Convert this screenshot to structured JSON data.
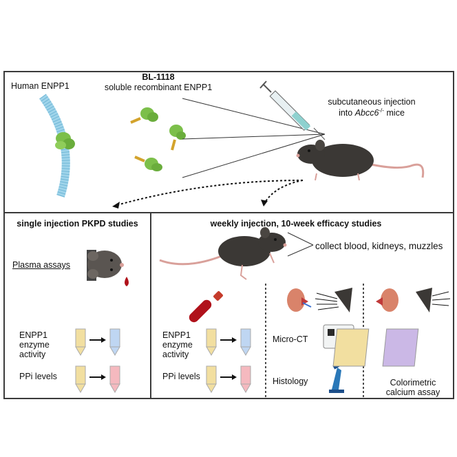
{
  "top": {
    "human_enpp1": "Human ENPP1",
    "drug_name": "BL-1118",
    "drug_desc": "soluble recombinant ENPP1",
    "injection_line1": "subcutaneous injection",
    "injection_line2_prefix": "into ",
    "injection_line2_gene": "Abcc6",
    "injection_line2_sup": "-/-",
    "injection_line2_suffix": " mice"
  },
  "left_panel": {
    "title": "single injection PKPD studies",
    "plasma_assays": "Plasma assays",
    "enzyme_label_1": "ENPP1",
    "enzyme_label_2": "enzyme",
    "enzyme_label_3": "activity",
    "ppi_label": "PPi levels"
  },
  "right_panel": {
    "title": "weekly injection, 10-week efficacy studies",
    "collect": "collect blood, kidneys, muzzles",
    "enzyme_label_1": "ENPP1",
    "enzyme_label_2": "enzyme",
    "enzyme_label_3": "activity",
    "ppi_label": "PPi levels",
    "micro_ct": "Micro-CT",
    "histology": "Histology",
    "colorimetric_1": "Colorimetric",
    "colorimetric_2": "calcium assay"
  },
  "colors": {
    "frame": "#3a3a3a",
    "membrane": "#9fd4ea",
    "protein_green": "#7cbf4a",
    "mouse_dark": "#3b3835",
    "tail_pink": "#d9a09a",
    "blood_red": "#b0121b",
    "tube_yellow": "#f2dfa0",
    "tube_blue": "#bfd6f2",
    "tube_pink": "#f5b9bf"
  }
}
